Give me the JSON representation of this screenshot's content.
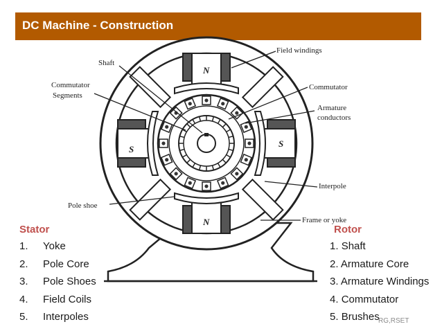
{
  "slide": {
    "title": "DC Machine - Construction",
    "credit": "RG,RSET"
  },
  "diagram": {
    "labels": {
      "field_windings": "Field windings",
      "shaft": "Shaft",
      "commutator_segments_1": "Commutator",
      "commutator_segments_2": "Segments",
      "commutator": "Commutator",
      "armature_conductors_1": "Armature",
      "armature_conductors_2": "conductors",
      "interpole": "Interpole",
      "pole_shoe": "Pole shoe",
      "frame_or_yoke": "Frame or yoke"
    },
    "poles": {
      "top": "N",
      "bottom": "N",
      "left": "S",
      "right": "S"
    }
  },
  "stator": {
    "heading": "Stator",
    "items": [
      {
        "num": "1.",
        "text": "Yoke"
      },
      {
        "num": "2.",
        "text": "Pole Core"
      },
      {
        "num": "3.",
        "text": "Pole Shoes"
      },
      {
        "num": "4.",
        "text": "Field Coils"
      },
      {
        "num": "5.",
        "text": "Interpoles"
      }
    ]
  },
  "rotor": {
    "heading": "Rotor",
    "items": [
      {
        "num": "1. ",
        "text": "Shaft"
      },
      {
        "num": "2. ",
        "text": "Armature Core"
      },
      {
        "num": "3. ",
        "text": "Armature Windings"
      },
      {
        "num": "4. ",
        "text": "Commutator"
      },
      {
        "num": "5. ",
        "text": "Brushes"
      }
    ]
  }
}
